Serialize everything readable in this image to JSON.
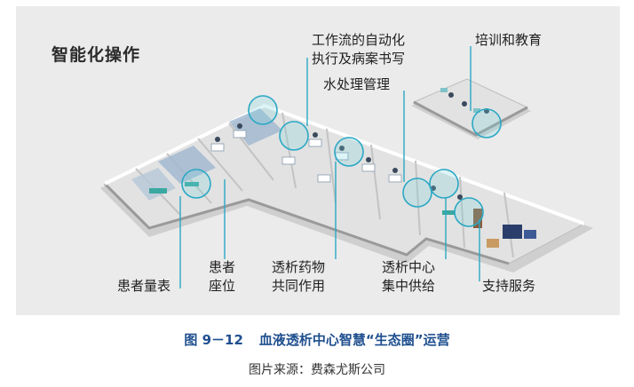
{
  "heading": "智能化操作",
  "labels": {
    "workflow": [
      "工作流的自动化",
      "执行及病案书写"
    ],
    "training": "培训和教育",
    "water": "水处理管理",
    "weighing": "患者量表",
    "seat": [
      "患者",
      "座位"
    ],
    "drugs": [
      "透析药物",
      "共同作用"
    ],
    "supply": [
      "透析中心",
      "集中供给"
    ],
    "support": "支持服务"
  },
  "caption": {
    "number": "图 9－12",
    "title": "血液透析中心智慧“生态圈”运营"
  },
  "source": "图片来源：费森尤斯公司",
  "colors": {
    "panel": "#ebebeb",
    "caption": "#1f4f8f",
    "highlight_ring": "#2aa8c4",
    "guide_line": "#2aa8c4"
  }
}
